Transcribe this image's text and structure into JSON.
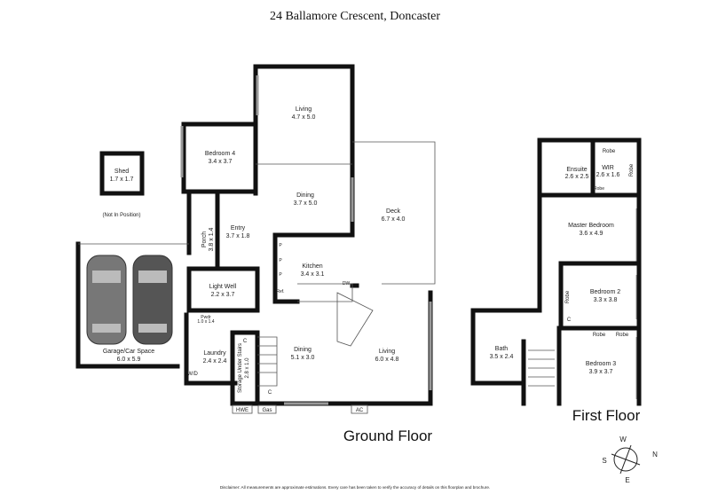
{
  "title": "24 Ballamore Crescent, Doncaster",
  "ground_floor": {
    "label": "Ground Floor",
    "rooms": {
      "living_upper": {
        "name": "Living",
        "size": "4.7 x 5.0"
      },
      "bedroom4": {
        "name": "Bedroom 4",
        "size": "3.4 x 3.7"
      },
      "shed": {
        "name": "Shed",
        "size": "1.7 x 1.7",
        "note": "(Not In Position)"
      },
      "dining_upper": {
        "name": "Dining",
        "size": "3.7 x 5.0"
      },
      "deck": {
        "name": "Deck",
        "size": "6.7 x 4.0"
      },
      "entry": {
        "name": "Entry",
        "size": "3.7 x 1.8"
      },
      "porch": {
        "name": "Porch",
        "size": "3.8 x 1.4"
      },
      "kitchen": {
        "name": "Kitchen",
        "size": "3.4 x 3.1"
      },
      "light_well": {
        "name": "Light Well",
        "size": "2.2 x 3.7"
      },
      "garage": {
        "name": "Garage/Car Space",
        "size": "6.0 x 5.9"
      },
      "pwdr": {
        "name": "Pwdr",
        "size": "1.0 x 1.4"
      },
      "laundry": {
        "name": "Laundry",
        "size": "2.4 x 2.4"
      },
      "storage": {
        "name": "Storage Under Stairs",
        "size": "2.8 x 1.0"
      },
      "dining_lower": {
        "name": "Dining",
        "size": "5.1 x 3.0"
      },
      "living_lower": {
        "name": "Living",
        "size": "6.0 x 4.8"
      }
    },
    "fixtures": {
      "pantry": "P",
      "ref": "Ref.",
      "dw": "DW",
      "cupboard": "C",
      "wd": "W/D",
      "hwe": "HWE",
      "gas": "Gas",
      "ac": "AC"
    }
  },
  "first_floor": {
    "label": "First Floor",
    "rooms": {
      "ensuite": {
        "name": "Ensuite",
        "size": "2.6 x 2.5"
      },
      "wir": {
        "name": "WIR",
        "size": "2.6 x 1.6"
      },
      "master": {
        "name": "Master Bedroom",
        "size": "3.6 x 4.9"
      },
      "bedroom2": {
        "name": "Bedroom 2",
        "size": "3.3 x 3.8"
      },
      "bath": {
        "name": "Bath",
        "size": "3.5 x 2.4"
      },
      "bedroom3": {
        "name": "Bedroom 3",
        "size": "3.9 x 3.7"
      }
    },
    "fixtures": {
      "robe": "Robe",
      "cupboard": "C"
    }
  },
  "compass": {
    "n": "N",
    "s": "S",
    "e": "E",
    "w": "W"
  },
  "disclaimer": "Disclaimer: All measurements are approximate estimations. Every care has been taken to verify the accuracy of details on this floorplan and brochure."
}
